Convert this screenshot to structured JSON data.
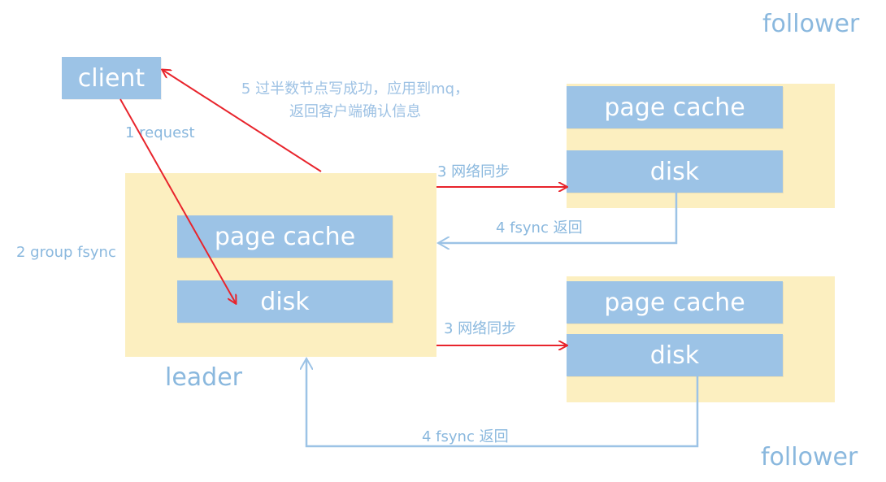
{
  "client": {
    "label": "client"
  },
  "leader": {
    "label": "leader",
    "page_cache": "page cache",
    "disk": "disk"
  },
  "followers": [
    {
      "label": "follower",
      "page_cache": "page cache",
      "disk": "disk"
    },
    {
      "label": "follower",
      "page_cache": "page cache",
      "disk": "disk"
    }
  ],
  "steps": {
    "request": "1 request",
    "group_fsync": "2 group fsync",
    "sync_top": "3 网络同步",
    "sync_bottom": "3 网络同步",
    "fsync_return_top": "4 fsync 返回",
    "fsync_return_bottom": "4 fsync 返回",
    "ack_line1": "5 过半数节点写成功，应用到mq，",
    "ack_line2": "返回客户端确认信息"
  },
  "colors": {
    "panel": "#fcefc0",
    "box": "#9cc3e6",
    "box_text": "#ffffff",
    "label": "#8ab8de",
    "red_arrow": "#e8242c",
    "blue_arrow": "#9cc3e6"
  }
}
